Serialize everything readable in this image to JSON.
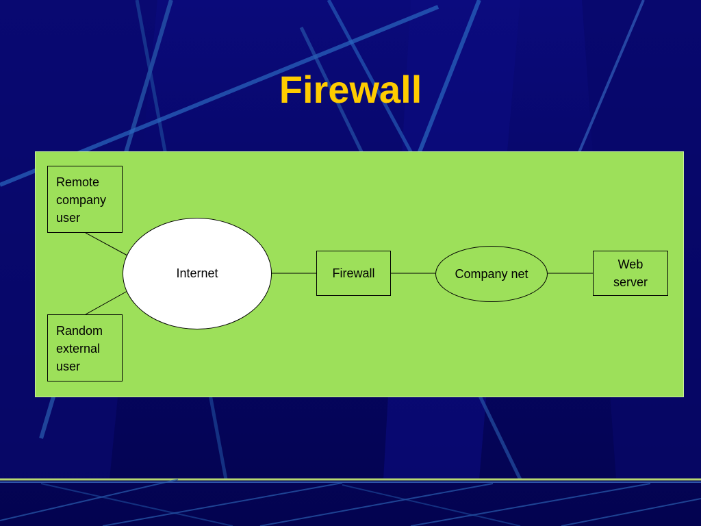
{
  "slide": {
    "title": "Firewall",
    "colors": {
      "background": "#05055e",
      "title": "#ffcc00",
      "panel": "#9de05a",
      "internet_fill": "#ffffff"
    }
  },
  "diagram": {
    "nodes": {
      "remote_user": {
        "lines": [
          "Remote",
          "company",
          "user"
        ]
      },
      "random_user": {
        "lines": [
          "Random",
          "external",
          "user"
        ]
      },
      "internet": {
        "label": "Internet"
      },
      "firewall": {
        "label": "Firewall"
      },
      "company_net": {
        "label": "Company net"
      },
      "web_server": {
        "lines": [
          "Web",
          "server"
        ]
      }
    },
    "edges": [
      {
        "from": "Remote company user",
        "to": "Internet"
      },
      {
        "from": "Random external user",
        "to": "Internet"
      },
      {
        "from": "Internet",
        "to": "Firewall"
      },
      {
        "from": "Firewall",
        "to": "Company net"
      },
      {
        "from": "Company net",
        "to": "Web server"
      }
    ]
  }
}
